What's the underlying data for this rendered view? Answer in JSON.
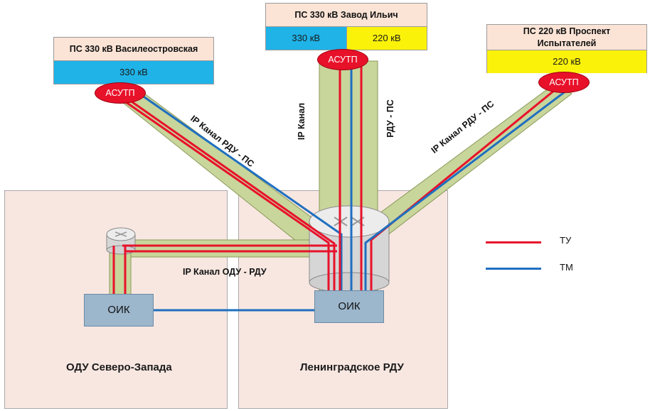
{
  "regions": {
    "odu": "ОДУ Северо-Запада",
    "rdu": "Ленинградское РДУ"
  },
  "substations": {
    "vasileostrovskaya": {
      "title": "ПС 330 кВ Василеостровская",
      "voltages": [
        "330 кВ"
      ]
    },
    "zavod_ilich": {
      "title": "ПС 330 кВ Завод Ильич",
      "voltages": [
        "330 кВ",
        "220 кВ"
      ]
    },
    "prospekt": {
      "title": "ПС 220 кВ Проспект Испытателей",
      "voltages": [
        "220 кВ"
      ]
    }
  },
  "asutp_label": "АСУТП",
  "oik_label": "ОИК",
  "channels": {
    "left": "IP Канал РДУ - ПС",
    "top_ip": "IP Канал",
    "top_rdu": "РДУ - ПС",
    "right": "IP Канал РДУ - ПС",
    "odu_rdu": "IP Канал ОДУ - РДУ"
  },
  "legend": [
    {
      "label": "ТУ",
      "color": "#e8112a"
    },
    {
      "label": "ТМ",
      "color": "#1f6fc0"
    }
  ],
  "colors": {
    "pipe": "#c8d59b",
    "pipe_edge": "#8a9a5a",
    "tu": "#e8112a",
    "tm": "#1f6fc0"
  }
}
